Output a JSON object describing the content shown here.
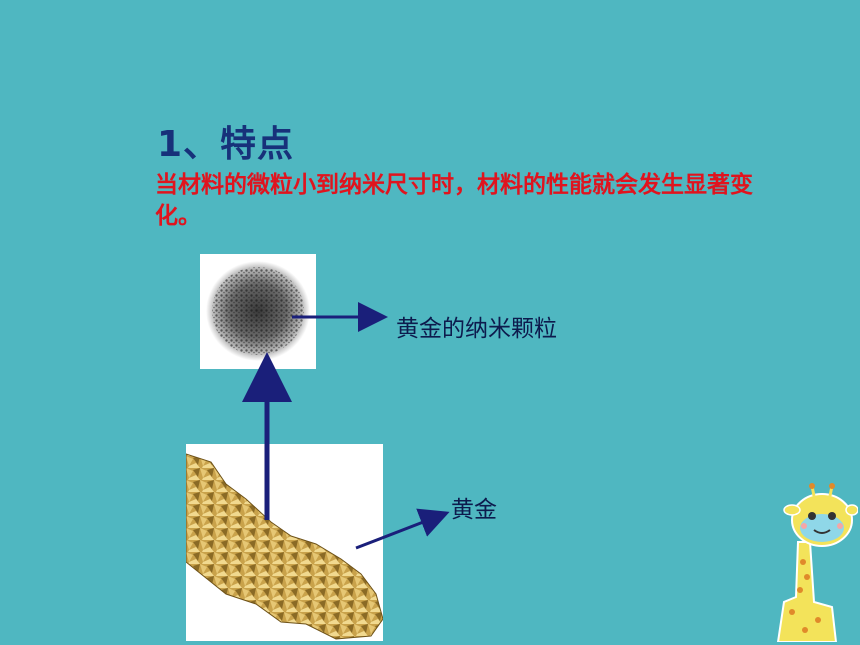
{
  "slide": {
    "heading": "1、特点",
    "description": "当材料的微粒小到纳米尺寸时，材料的性能就会发生显著变化。",
    "labels": {
      "nano_particles": "黄金的纳米颗粒",
      "gold": "黄金"
    },
    "colors": {
      "background": "#4fb7c1",
      "heading": "#17317a",
      "description": "#e0141e",
      "arrow": "#1a1f7a"
    },
    "icons": [
      "nanoparticle-photo",
      "gold-nugget-photo",
      "giraffe-mascot-icon"
    ]
  }
}
